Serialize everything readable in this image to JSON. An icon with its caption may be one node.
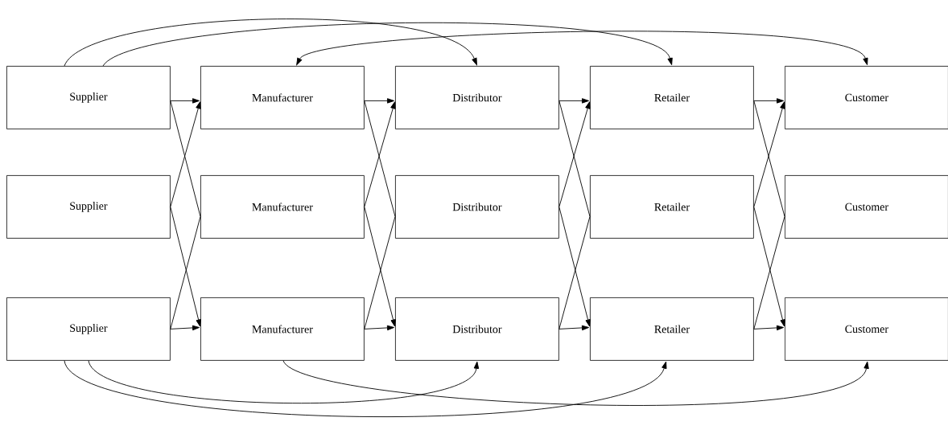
{
  "diagram": {
    "nodes": [
      {
        "text": [
          "Supplier"
        ]
      },
      {
        "text": [
          "Manufacturer"
        ]
      },
      {
        "text": [
          "Distributor"
        ]
      },
      {
        "text": [
          "Retailer"
        ]
      },
      {
        "text": [
          "Customer"
        ]
      },
      {
        "text": [
          "Supplier"
        ]
      },
      {
        "text": [
          "Manufacturer"
        ]
      },
      {
        "text": [
          "Distributor"
        ]
      },
      {
        "text": [
          "Retailer"
        ]
      },
      {
        "text": [
          "Customer"
        ]
      },
      {
        "text": [
          "Supplier"
        ]
      },
      {
        "text": [
          "Manufacturer"
        ]
      },
      {
        "text": [
          "Distributor"
        ]
      },
      {
        "text": [
          "Retailer"
        ]
      },
      {
        "text": [
          "Customer"
        ]
      }
    ],
    "edges": [
      {
        "from": 0,
        "to": 1,
        "arrow": "to"
      },
      {
        "from": 10,
        "to": 11,
        "arrow": "to"
      },
      {
        "from": 0,
        "to": 6,
        "arrow": "none"
      },
      {
        "from": 5,
        "to": 1,
        "arrow": "to"
      },
      {
        "from": 5,
        "to": 11,
        "arrow": "to"
      },
      {
        "from": 10,
        "to": 6,
        "arrow": "none"
      },
      {
        "from": 1,
        "to": 2,
        "arrow": "to"
      },
      {
        "from": 11,
        "to": 12,
        "arrow": "to"
      },
      {
        "from": 1,
        "to": 7,
        "arrow": "none"
      },
      {
        "from": 6,
        "to": 2,
        "arrow": "to"
      },
      {
        "from": 6,
        "to": 12,
        "arrow": "to"
      },
      {
        "from": 11,
        "to": 7,
        "arrow": "none"
      },
      {
        "from": 2,
        "to": 3,
        "arrow": "to"
      },
      {
        "from": 12,
        "to": 13,
        "arrow": "to"
      },
      {
        "from": 2,
        "to": 8,
        "arrow": "none"
      },
      {
        "from": 7,
        "to": 3,
        "arrow": "to"
      },
      {
        "from": 7,
        "to": 13,
        "arrow": "to"
      },
      {
        "from": 12,
        "to": 8,
        "arrow": "none"
      },
      {
        "from": 3,
        "to": 4,
        "arrow": "to"
      },
      {
        "from": 13,
        "to": 14,
        "arrow": "to"
      },
      {
        "from": 3,
        "to": 9,
        "arrow": "none"
      },
      {
        "from": 8,
        "to": 4,
        "arrow": "to"
      },
      {
        "from": 8,
        "to": 14,
        "arrow": "to"
      },
      {
        "from": 13,
        "to": 9,
        "arrow": "none"
      },
      {
        "from": 0,
        "to": 2,
        "arrow": "to"
      },
      {
        "from": 0,
        "to": 3,
        "arrow": "to"
      },
      {
        "from": 1,
        "to": 4,
        "arrow": "both"
      },
      {
        "from": 10,
        "to": 13,
        "arrow": "to"
      },
      {
        "from": 10,
        "to": 12,
        "arrow": "to"
      },
      {
        "from": 11,
        "to": 14,
        "arrow": "to"
      }
    ]
  }
}
